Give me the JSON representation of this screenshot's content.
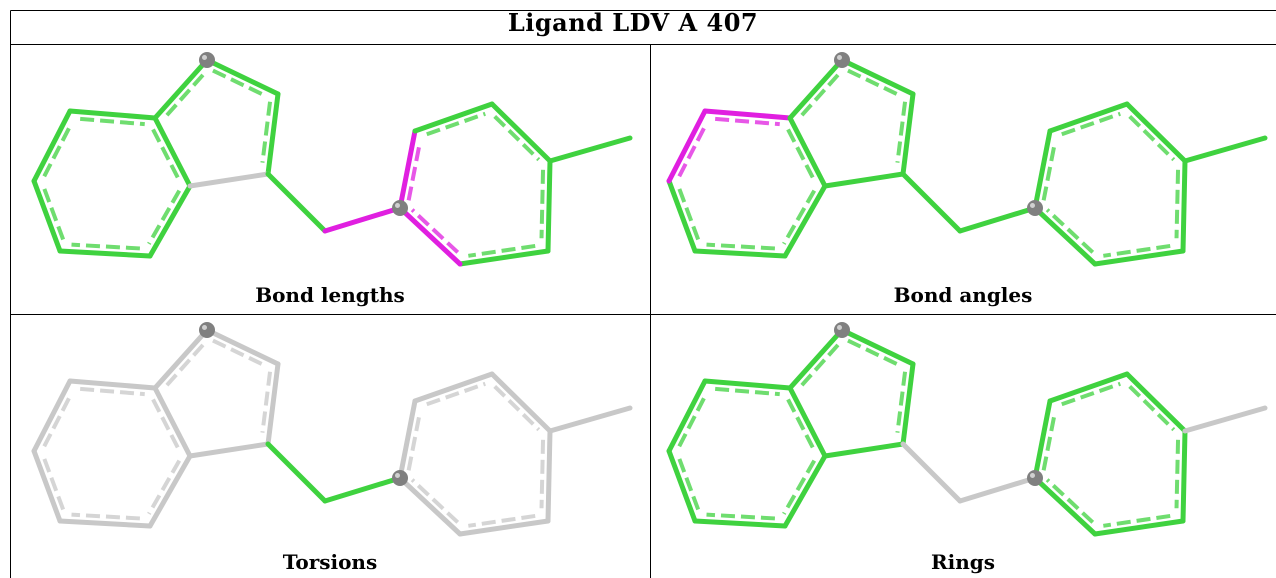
{
  "title": "Ligand LDV A 407",
  "panels": [
    {
      "caption": "Bond lengths"
    },
    {
      "caption": "Bond angles"
    },
    {
      "caption": "Torsions"
    },
    {
      "caption": "Rings"
    }
  ],
  "colors": {
    "ok": "#3fd23f",
    "ok_light": "#a8eaa8",
    "outlier": "#e01fe0",
    "neutral": "#c8c8c8",
    "neutral_light": "#ececec",
    "atom": "#808080",
    "border": "#000000"
  }
}
